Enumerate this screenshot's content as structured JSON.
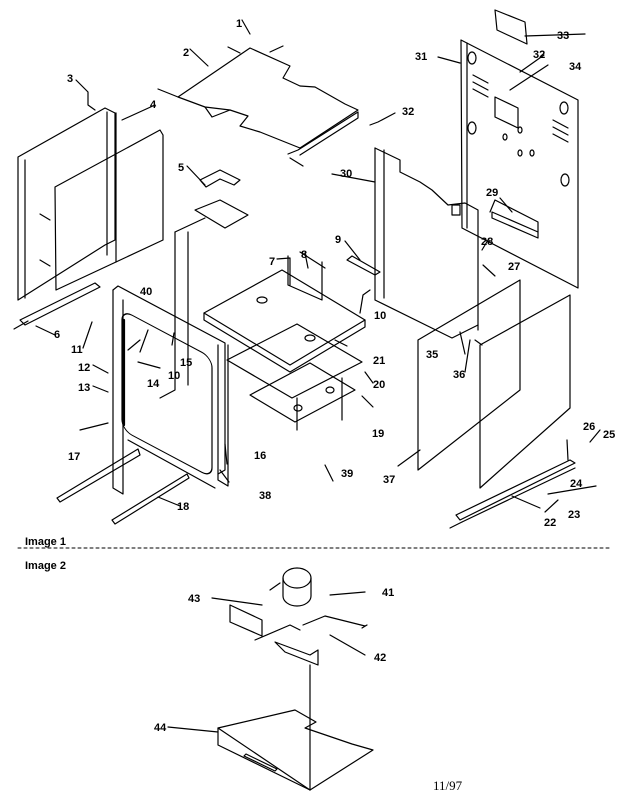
{
  "diagram": {
    "type": "exploded-parts-diagram",
    "sections": [
      {
        "label": "Image 1"
      },
      {
        "label": "Image 2"
      }
    ],
    "date_code": "11/97",
    "callouts": [
      {
        "id": "1",
        "label": "1"
      },
      {
        "id": "2",
        "label": "2"
      },
      {
        "id": "3",
        "label": "3"
      },
      {
        "id": "4",
        "label": "4"
      },
      {
        "id": "5",
        "label": "5"
      },
      {
        "id": "6",
        "label": "6"
      },
      {
        "id": "7",
        "label": "7"
      },
      {
        "id": "8",
        "label": "8"
      },
      {
        "id": "9",
        "label": "9"
      },
      {
        "id": "10a",
        "label": "10"
      },
      {
        "id": "10b",
        "label": "10"
      },
      {
        "id": "11",
        "label": "11"
      },
      {
        "id": "12",
        "label": "12"
      },
      {
        "id": "13",
        "label": "13"
      },
      {
        "id": "14",
        "label": "14"
      },
      {
        "id": "15",
        "label": "15"
      },
      {
        "id": "16",
        "label": "16"
      },
      {
        "id": "17",
        "label": "17"
      },
      {
        "id": "18",
        "label": "18"
      },
      {
        "id": "19",
        "label": "19"
      },
      {
        "id": "20",
        "label": "20"
      },
      {
        "id": "21",
        "label": "21"
      },
      {
        "id": "22",
        "label": "22"
      },
      {
        "id": "23",
        "label": "23"
      },
      {
        "id": "24",
        "label": "24"
      },
      {
        "id": "25",
        "label": "25"
      },
      {
        "id": "26",
        "label": "26"
      },
      {
        "id": "27",
        "label": "27"
      },
      {
        "id": "28",
        "label": "28"
      },
      {
        "id": "29",
        "label": "29"
      },
      {
        "id": "30",
        "label": "30"
      },
      {
        "id": "31",
        "label": "31"
      },
      {
        "id": "32a",
        "label": "32"
      },
      {
        "id": "32b",
        "label": "32"
      },
      {
        "id": "33",
        "label": "33"
      },
      {
        "id": "34",
        "label": "34"
      },
      {
        "id": "35",
        "label": "35"
      },
      {
        "id": "36",
        "label": "36"
      },
      {
        "id": "37",
        "label": "37"
      },
      {
        "id": "38",
        "label": "38"
      },
      {
        "id": "39",
        "label": "39"
      },
      {
        "id": "40",
        "label": "40"
      },
      {
        "id": "41",
        "label": "41"
      },
      {
        "id": "42",
        "label": "42"
      },
      {
        "id": "43",
        "label": "43"
      },
      {
        "id": "44",
        "label": "44"
      }
    ]
  }
}
